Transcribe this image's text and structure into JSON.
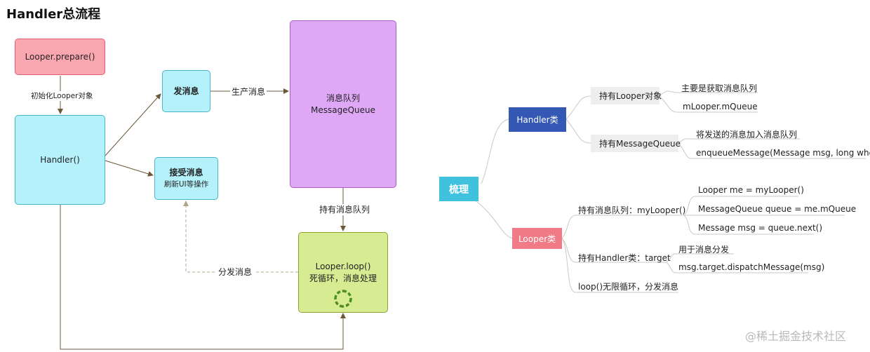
{
  "title": "Handler总流程",
  "flow": {
    "looper_prepare": "Looper.prepare()",
    "init_label": "初始化Looper对象",
    "handler": "Handler()",
    "send_msg": "发消息",
    "produce_label": "生产消息",
    "receive_title": "接受消息",
    "receive_sub": "刷新UI等操作",
    "queue_line1": "消息队列",
    "queue_line2": "MessageQueue",
    "hold_queue_label": "持有消息队列",
    "loop_line1": "Looper.loop()",
    "loop_line2": "死循环，消息处理",
    "dispatch_label": "分发消息"
  },
  "mindmap": {
    "root": "梳理",
    "handler_node": "Handler类",
    "looper_node": "Looper类",
    "handler_branches": [
      {
        "label": "持有Looper对象",
        "leaves": [
          "主要是获取消息队列",
          "mLooper.mQueue"
        ]
      },
      {
        "label": "持有MessageQueue",
        "leaves": [
          "将发送的消息加入消息队列",
          "enqueueMessage(Message msg, long when)"
        ]
      }
    ],
    "looper_branches": [
      {
        "label": "持有消息队列：myLooper()",
        "leaves": [
          "Looper me = myLooper()",
          "MessageQueue queue = me.mQueue",
          "Message msg = queue.next()"
        ]
      },
      {
        "label": "持有Handler类：target",
        "leaves": [
          "用于消息分发",
          "msg.target.dispatchMessage(msg)"
        ]
      },
      {
        "label": "loop()无限循环，分发消息",
        "leaves": []
      }
    ]
  },
  "watermark": "@稀土掘金技术社区",
  "colors": {
    "looper_prepare_fill": "#fba7b1",
    "cyan_fill": "#b4f1fb",
    "purple_fill": "#dfa8f7",
    "green_fill": "#d7eb93",
    "handler_node": "#3658b5",
    "looper_node": "#f07b86",
    "root_node": "#40c2df"
  }
}
